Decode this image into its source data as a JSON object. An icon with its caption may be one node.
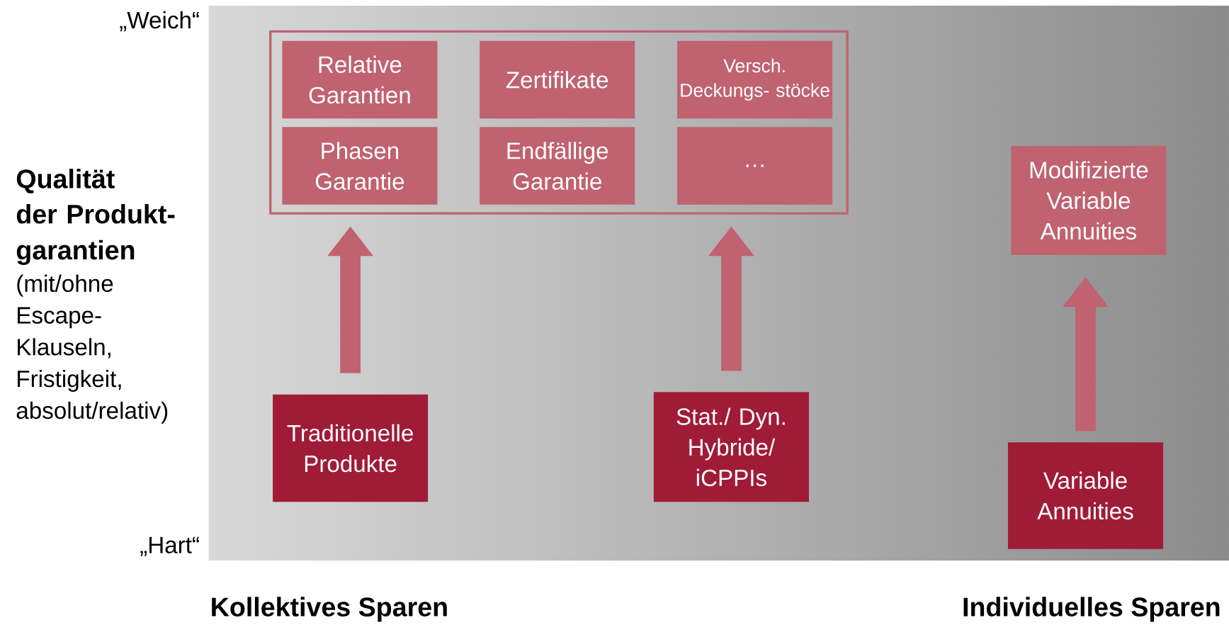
{
  "diagram": {
    "nodes": [
      {
        "text": [],
        "shape": "box"
      },
      {
        "text": [
          "Relative Garantien"
        ],
        "in": 0
      },
      {
        "text": [
          "Zertifikate"
        ],
        "in": 0
      },
      {
        "text": [
          "Versch. Deckungs- stöcke"
        ],
        "in": 0
      },
      {
        "text": [
          "Phasen Garantie"
        ],
        "in": 0
      },
      {
        "text": [
          "Endfällige Garantie"
        ],
        "in": 0
      },
      {
        "text": [
          "…"
        ],
        "in": 0
      },
      {
        "text": [
          "Modifizierte Variable Annuities"
        ]
      },
      {
        "text": [
          "Traditionelle Produkte"
        ]
      },
      {
        "text": [
          "Stat./ Dyn. Hybride/ iCPPIs"
        ]
      },
      {
        "text": [
          "Variable Annuities"
        ]
      }
    ],
    "edges": [
      {
        "from": 8,
        "to": 0,
        "arrow": "to"
      },
      {
        "from": 9,
        "to": 0,
        "arrow": "to"
      },
      {
        "from": 10,
        "to": 7,
        "arrow": "to"
      }
    ],
    "labels": [
      "„Weich“",
      "Qualität",
      "der Produkt- garantien",
      "(mit/ohne Escape- Klauseln, Fristigkeit, absolut/relativ)",
      "„Hart“",
      "Kollektives Sparen",
      "Individuelles Sparen"
    ]
  }
}
